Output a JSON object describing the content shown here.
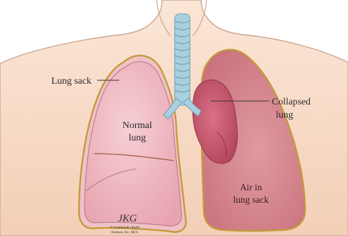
{
  "labels": {
    "lung_sack": "Lung sack",
    "normal_lung_1": "Normal",
    "normal_lung_2": "lung",
    "collapsed_lung_1": "Collapsed",
    "collapsed_lung_2": "lung",
    "air_1": "Air in",
    "air_2": "lung sack"
  },
  "signature": {
    "initials": "JKG",
    "copyright_1": "© Continuum | Keith",
    "copyright_2": "Partners, Inc. MCS"
  },
  "colors": {
    "background": "#ffffff",
    "skin": "#f6d8c4",
    "skin_outline": "#c9a58f",
    "sack_outline": "#c59a3b",
    "lung_normal": "#f0b9c3",
    "air_space": "#d9868f",
    "collapsed_lung": "#c8566c",
    "trachea": "#a8d0df"
  }
}
